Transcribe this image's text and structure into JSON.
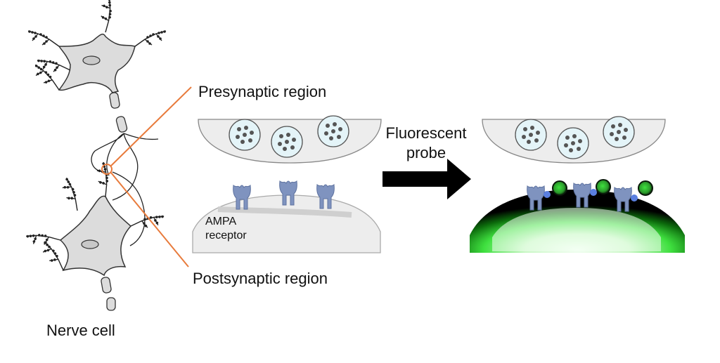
{
  "labels": {
    "presynaptic": "Presynaptic region",
    "postsynaptic": "Postsynaptic region",
    "nerve_cell": "Nerve cell",
    "receptor_line1": "AMPA",
    "receptor_line2": "receptor",
    "probe_line1": "Fluorescent",
    "probe_line2": "probe"
  },
  "colors": {
    "leader_line": "#e87b3c",
    "cell_fill": "#dcdcdc",
    "vesicle_fill": "#e4f4f8",
    "receptor": "#7f93bf",
    "glow": "#3fe03f",
    "arrow": "#000000"
  }
}
